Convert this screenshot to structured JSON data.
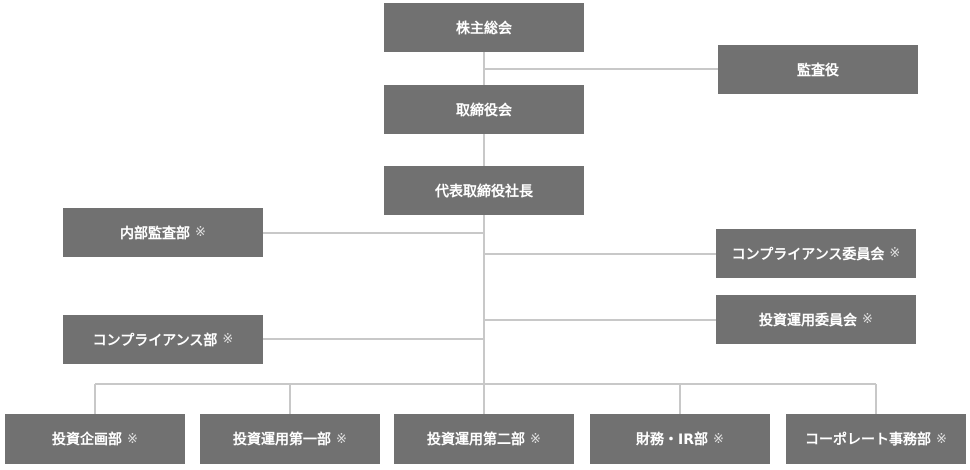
{
  "chart": {
    "shareholders": "株主総会",
    "auditors": "監査役",
    "board": "取締役会",
    "ceo": "代表取締役社長",
    "internal_audit": "内部監査部",
    "compliance_committee": "コンプライアンス委員会",
    "investment_committee": "投資運用委員会",
    "compliance_dept": "コンプライアンス部",
    "dept_planning": "投資企画部",
    "dept_invest1": "投資運用第一部",
    "dept_invest2": "投資運用第二部",
    "dept_finance": "財務・IR部",
    "dept_corporate": "コーポレート事務部"
  },
  "note_mark": "※",
  "colors": {
    "box": "#717171",
    "line": "#c8c8c8",
    "text": "#ffffff"
  }
}
